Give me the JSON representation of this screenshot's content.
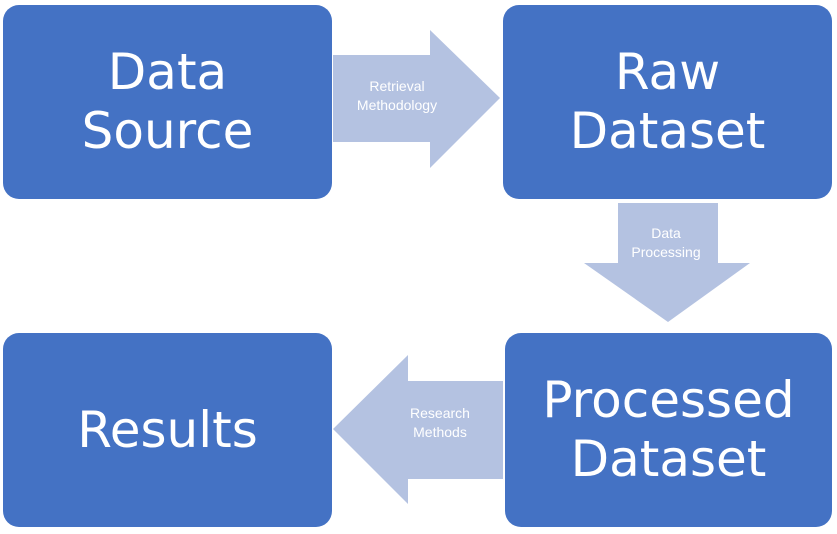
{
  "nodes": {
    "data_source": "Data\nSource",
    "raw_dataset": "Raw\nDataset",
    "processed_dataset": "Processed\nDataset",
    "results": "Results"
  },
  "arrows": {
    "retrieval": "Retrieval\nMethodology",
    "processing": "Data\nProcessing",
    "research": "Research\nMethods"
  },
  "colors": {
    "box_fill": "#4472c4",
    "arrow_fill": "#b4c2e1",
    "text": "#ffffff"
  }
}
